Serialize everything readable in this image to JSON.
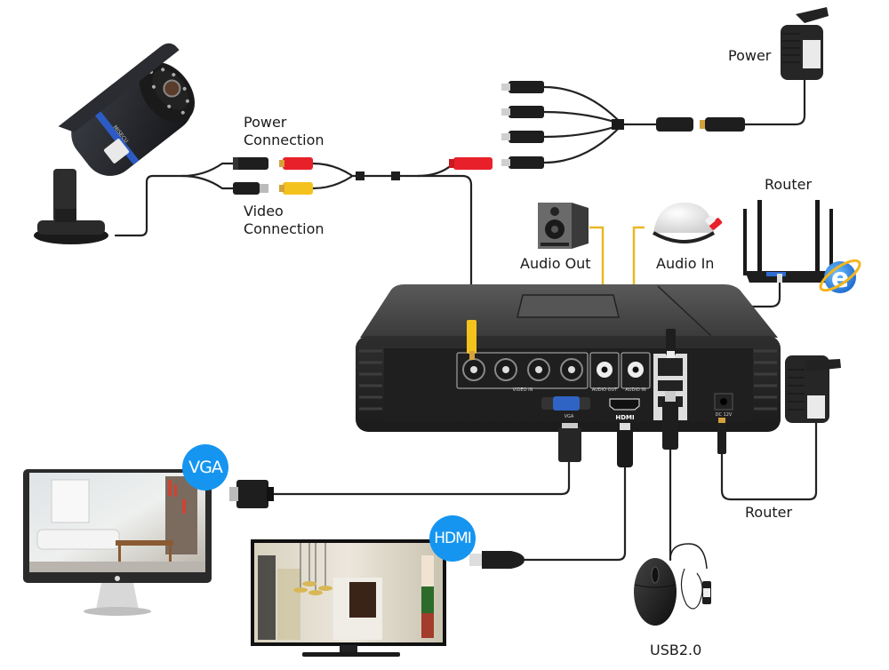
{
  "title": "DVR Connection Diagram",
  "colors": {
    "badge_blue": "#1595f0",
    "rca_red": "#e8202a",
    "rca_yellow": "#f4c21c",
    "audio_wire": "#e8b824",
    "cable_black": "#222222",
    "dvr_body": "#2b2b2b",
    "camera_ring_blue": "#2d5bc4"
  },
  "labels": {
    "power_connection_line1": "Power",
    "power_connection_line2": "Connection",
    "video_connection_line1": "Video",
    "video_connection_line2": "Connection",
    "power": "Power",
    "router_top": "Router",
    "audio_out": "Audio Out",
    "audio_in": "Audio In",
    "router_bottom": "Router",
    "usb": "USB2.0"
  },
  "badges": {
    "vga": "VGA",
    "hdmi": "HDMI"
  },
  "dvr_panel": {
    "video_in": "VIDEO IN",
    "audio_out": "AUDIO OUT",
    "audio_in": "AUDIO IN",
    "vga": "VGA",
    "hdmi": "HDMI",
    "dc": "DC 12V",
    "video_in_port_count": 4
  },
  "camera": {
    "brand": "MISECU"
  },
  "splitter": {
    "outputs": 4
  },
  "devices": [
    {
      "name": "Bullet Camera"
    },
    {
      "name": "Power Splitter Cable"
    },
    {
      "name": "Power Adapter"
    },
    {
      "name": "Router"
    },
    {
      "name": "Speaker"
    },
    {
      "name": "Microphone"
    },
    {
      "name": "DVR"
    },
    {
      "name": "Monitor (VGA)"
    },
    {
      "name": "TV (HDMI)"
    },
    {
      "name": "USB Mouse"
    }
  ]
}
